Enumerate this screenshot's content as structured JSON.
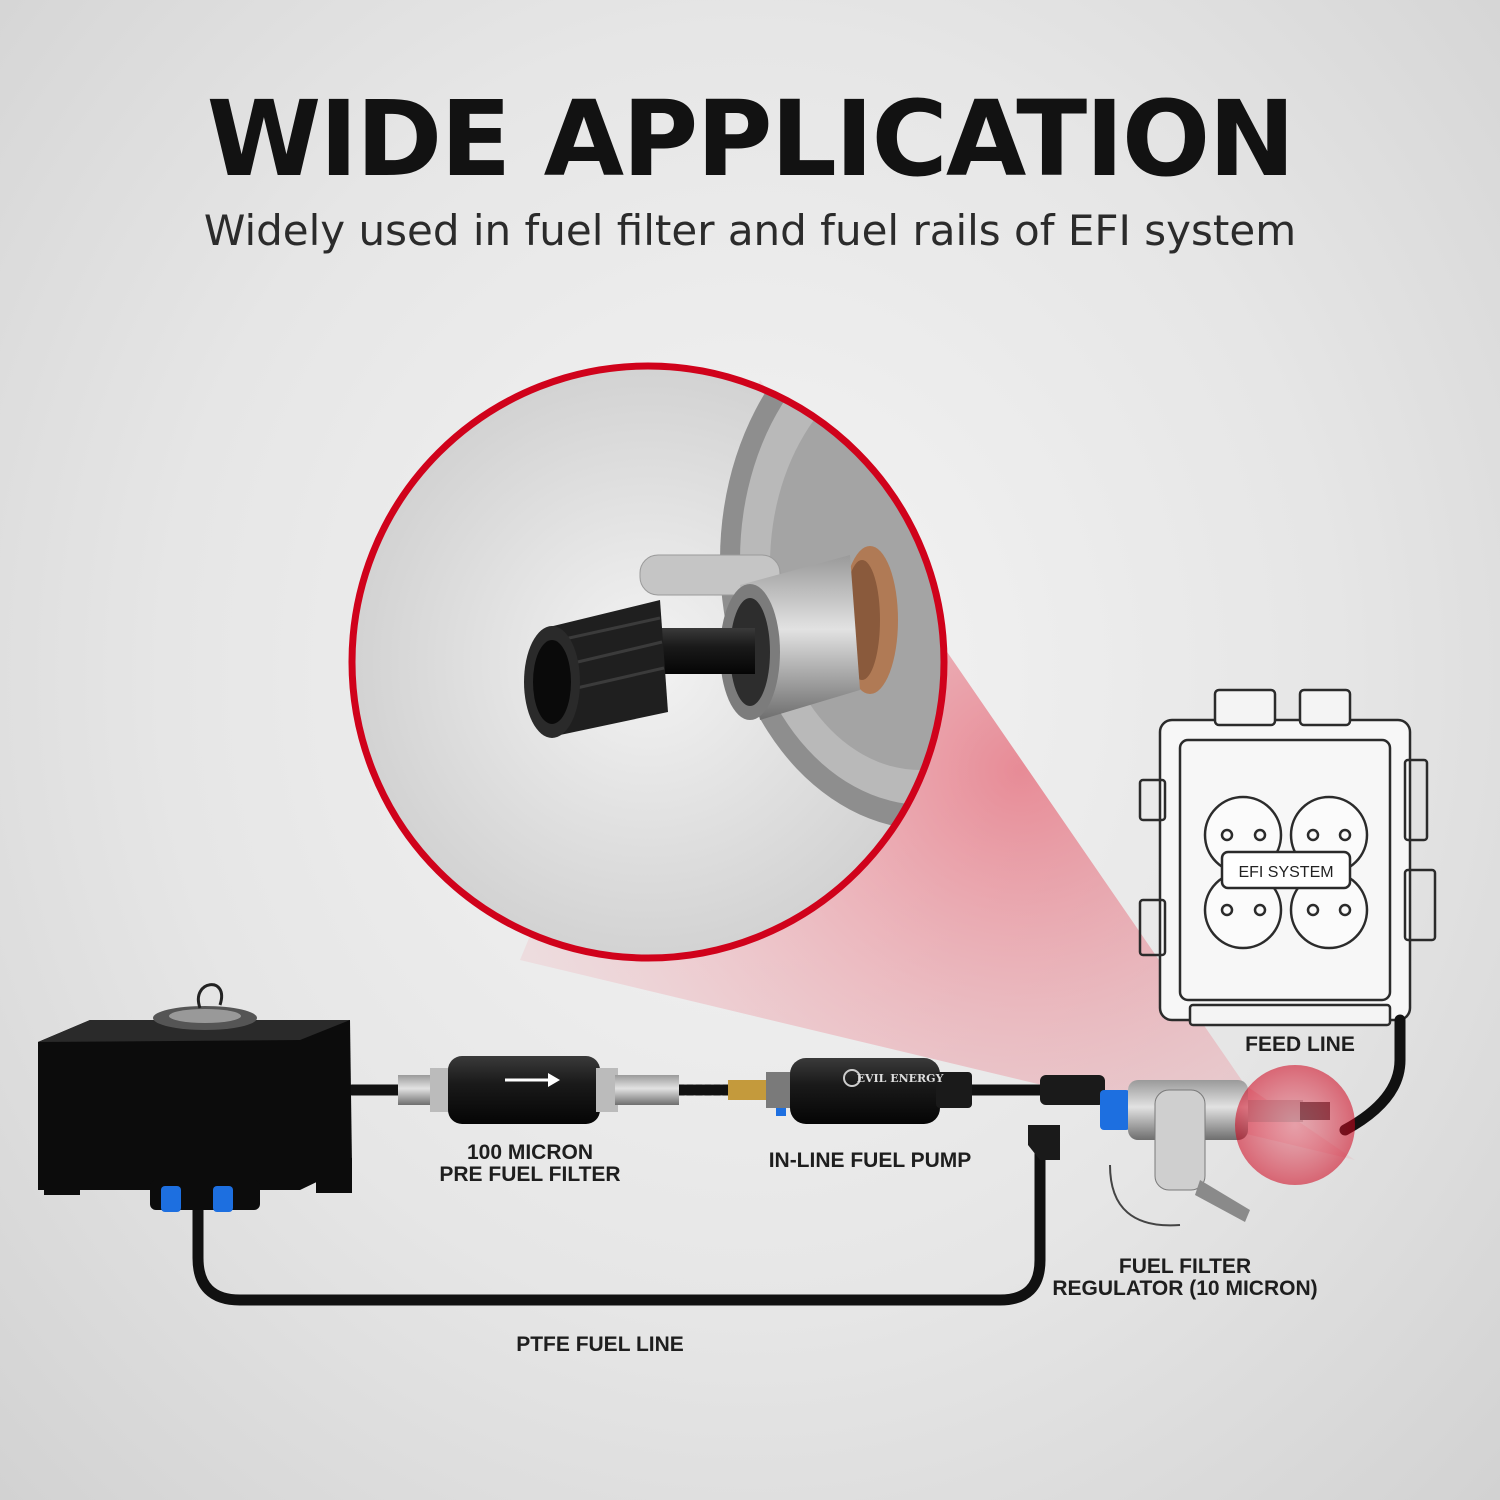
{
  "header": {
    "title": "WIDE APPLICATION",
    "subtitle": "Widely used in fuel filter and fuel rails of EFI system"
  },
  "components": {
    "pre_filter": {
      "line1": "100 MICRON",
      "line2": "PRE FUEL FILTER"
    },
    "pump": {
      "label": "IN-LINE FUEL PUMP",
      "brand": "EVIL ENERGY"
    },
    "efi": {
      "label": "EFI SYSTEM"
    },
    "feed_line": {
      "label": "FEED LINE"
    },
    "regulator": {
      "line1": "FUEL FILTER",
      "line2": "REGULATOR (10 MICRON)"
    },
    "ptfe_line": {
      "label": "PTFE FUEL LINE"
    }
  },
  "colors": {
    "accent_red": "#d0021b",
    "hose_black": "#111111",
    "fitting_blue": "#1d6fe0",
    "background": "#e6e6e6"
  }
}
